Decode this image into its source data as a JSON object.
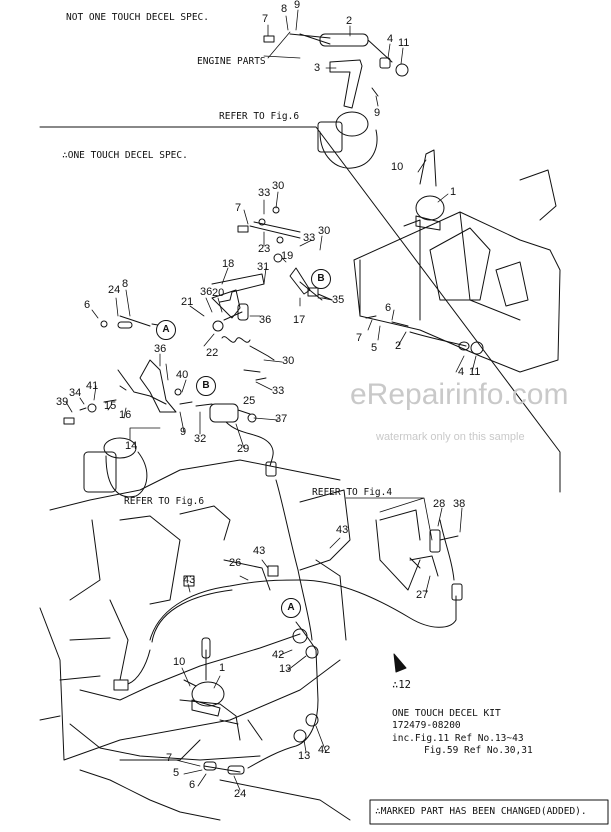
{
  "notes": {
    "not_one_touch": "NOT ONE TOUCH DECEL SPEC.",
    "one_touch": "∴ONE TOUCH DECEL SPEC.",
    "engine_parts": "ENGINE PARTS",
    "refer_fig6_top": "REFER TO Fig.6",
    "refer_fig6_mid": "REFER TO Fig.6",
    "refer_fig4": "REFER TO Fig.4",
    "ref_12": "∴12"
  },
  "kit": {
    "title": "ONE TOUCH DECEL KIT",
    "part_no": "172479-08200",
    "line1": "inc.Fig.11 Ref No.13~43",
    "line2": "Fig.59 Ref No.30,31"
  },
  "footer": {
    "changed_note": "∴MARKED PART HAS BEEN CHANGED(ADDED)."
  },
  "watermark": {
    "brand": "eRepairinfo.com",
    "sample": "watermark only on this sample"
  },
  "callout_letters": {
    "a": "A",
    "b": "B"
  },
  "part_numbers": {
    "p7a": "7",
    "p8a": "8",
    "p9a": "9",
    "p2a": "2",
    "p4a": "4",
    "p11a": "11",
    "p3": "3",
    "p9b": "9",
    "p10a": "10",
    "p1a": "1",
    "p7b": "7",
    "p33a": "33",
    "p30a": "30",
    "p23": "23",
    "p33b": "33",
    "p30b": "30",
    "p18": "18",
    "p31": "31",
    "p19": "19",
    "p17": "17",
    "p35": "35",
    "p6a": "6",
    "p24a": "24",
    "p8b": "8",
    "p21": "21",
    "p36a": "36",
    "p20": "20",
    "p36b": "36",
    "p22": "22",
    "p36c": "36",
    "p30c": "30",
    "p33c": "33",
    "p25": "25",
    "p40": "40",
    "p39": "39",
    "p34": "34",
    "p41": "41",
    "p15": "15",
    "p16": "16",
    "p14": "14",
    "p9c": "9",
    "p32": "32",
    "p29": "29",
    "p37": "37",
    "p7c": "7",
    "p6b": "6",
    "p5a": "5",
    "p2b": "2",
    "p4b": "4",
    "p11b": "11",
    "p28": "28",
    "p38": "38",
    "p27": "27",
    "p43a": "43",
    "p43b": "43",
    "p26": "26",
    "p43c": "43",
    "p42a": "42",
    "p13a": "13",
    "p10b": "10",
    "p1b": "1",
    "p13b": "13",
    "p42b": "42",
    "p7d": "7",
    "p5b": "5",
    "p6c": "6",
    "p24b": "24"
  }
}
